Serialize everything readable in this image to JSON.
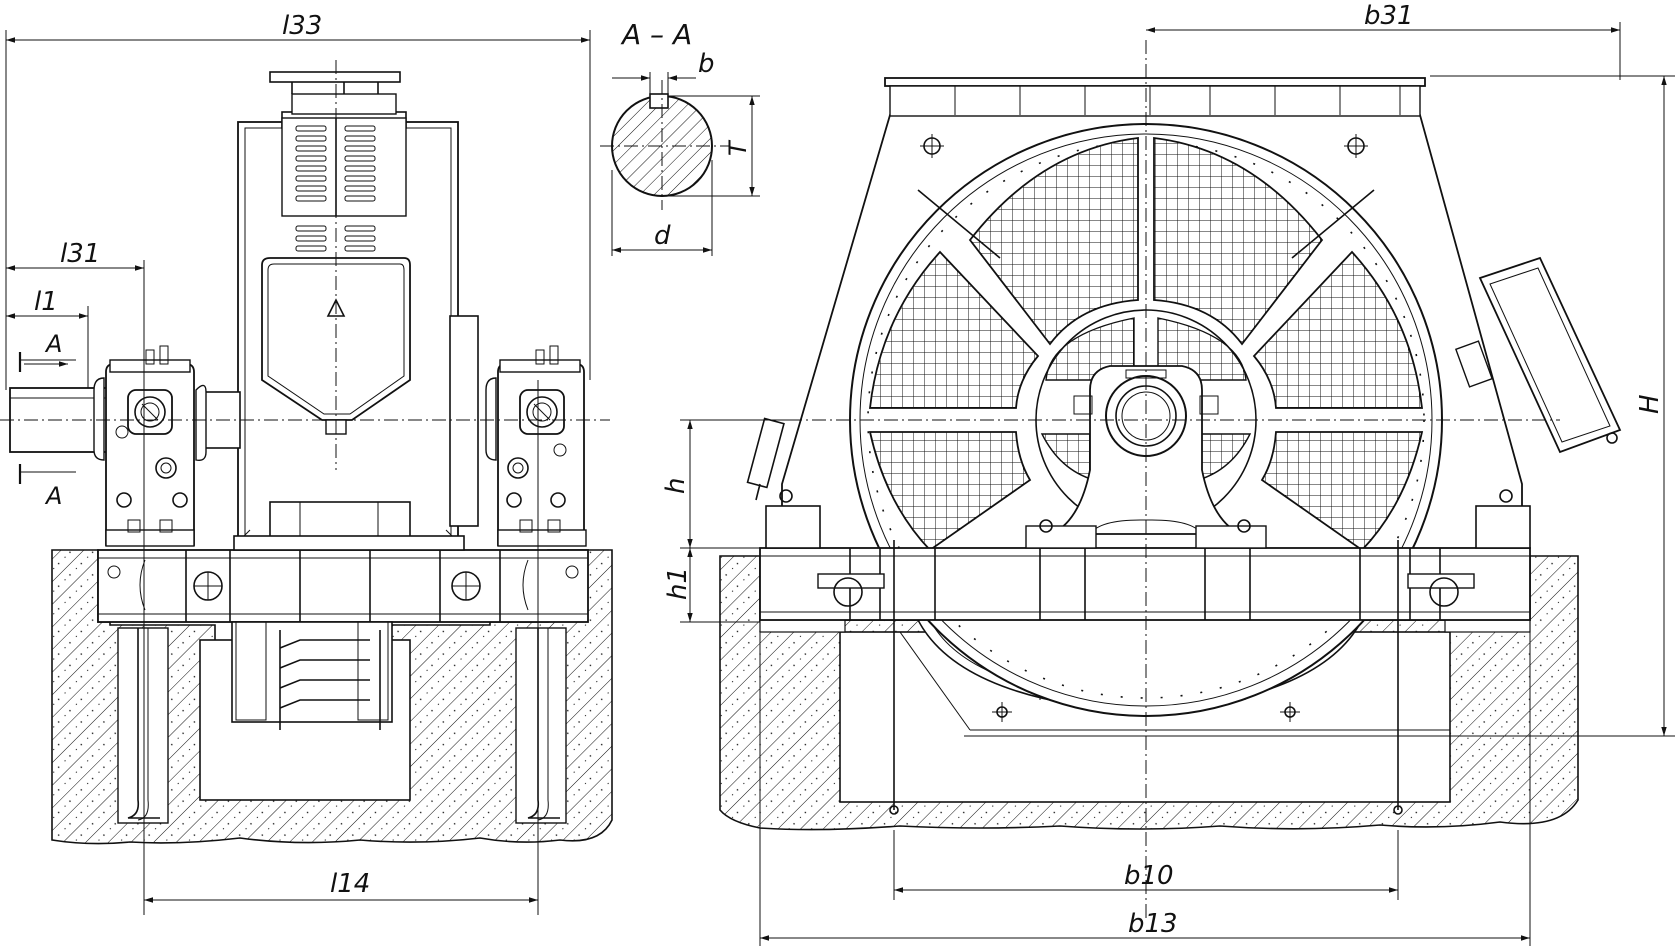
{
  "dimensions": {
    "l33": "l33",
    "l31": "l31",
    "l1": "l1",
    "l14": "l14",
    "b31": "b31",
    "b10": "b10",
    "b13": "b13",
    "H": "H",
    "h": "h",
    "h1": "h1",
    "b": "b",
    "T": "T",
    "d": "d"
  },
  "section": {
    "label": "A – A",
    "marker_top": "A",
    "marker_bottom": "A"
  }
}
